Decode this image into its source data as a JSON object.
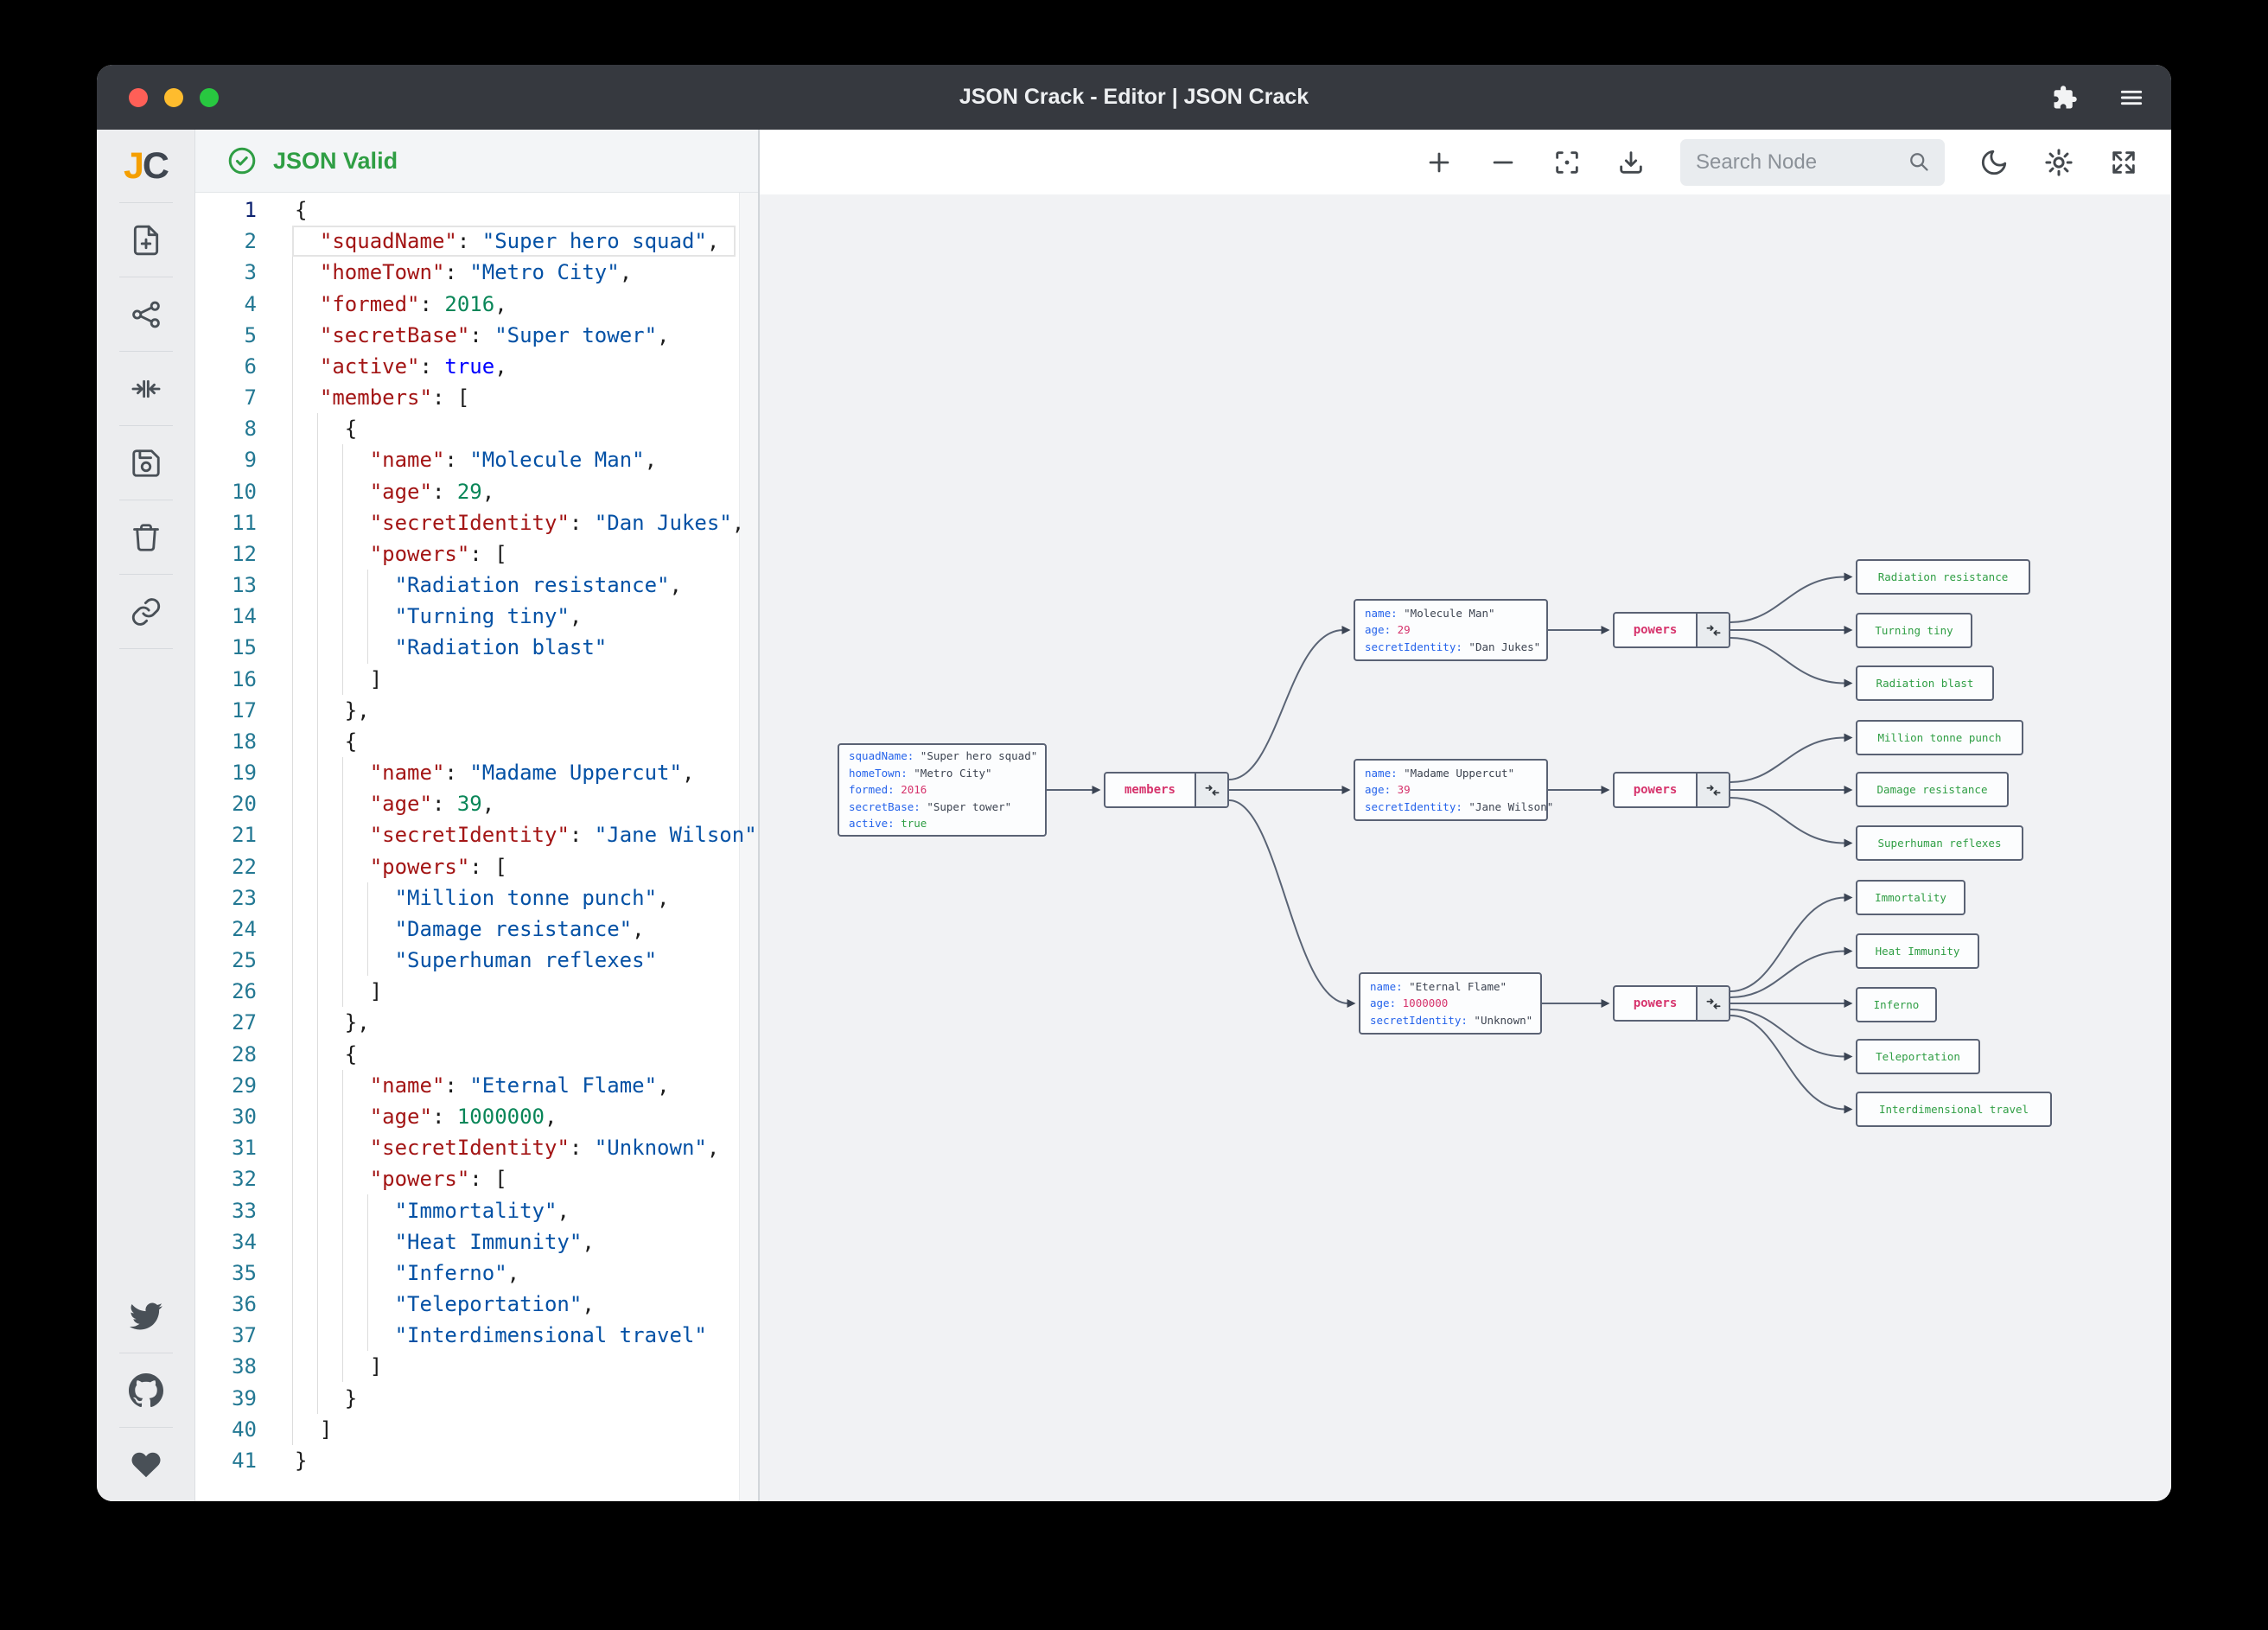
{
  "window": {
    "title": "JSON Crack - Editor | JSON Crack"
  },
  "sidebar": {
    "logo_j": "J",
    "logo_c": "C"
  },
  "status_bar": {
    "valid_label": "JSON Valid"
  },
  "toolbar": {
    "search_placeholder": "Search Node"
  },
  "colors": {
    "valid_green": "#2f9e44",
    "node_key_blue": "#2563eb",
    "node_number_pink": "#d6336c",
    "node_leaf_green": "#2f9e44",
    "editor_key": "#a31515",
    "editor_string": "#0451a5",
    "editor_number": "#098658",
    "traffic_red": "#ff5f57",
    "traffic_yellow": "#febc2e",
    "traffic_green": "#28c840"
  },
  "editor": {
    "lines": [
      {
        "n": 1,
        "t": [
          [
            "{",
            "p"
          ]
        ]
      },
      {
        "n": 2,
        "t": [
          [
            "  ",
            "p"
          ],
          [
            "\"squadName\"",
            "k"
          ],
          [
            ": ",
            "p"
          ],
          [
            "\"Super hero squad\"",
            "s"
          ],
          [
            ",",
            "p"
          ]
        ]
      },
      {
        "n": 3,
        "t": [
          [
            "  ",
            "p"
          ],
          [
            "\"homeTown\"",
            "k"
          ],
          [
            ": ",
            "p"
          ],
          [
            "\"Metro City\"",
            "s"
          ],
          [
            ",",
            "p"
          ]
        ]
      },
      {
        "n": 4,
        "t": [
          [
            "  ",
            "p"
          ],
          [
            "\"formed\"",
            "k"
          ],
          [
            ": ",
            "p"
          ],
          [
            "2016",
            "n"
          ],
          [
            ",",
            "p"
          ]
        ]
      },
      {
        "n": 5,
        "t": [
          [
            "  ",
            "p"
          ],
          [
            "\"secretBase\"",
            "k"
          ],
          [
            ": ",
            "p"
          ],
          [
            "\"Super tower\"",
            "s"
          ],
          [
            ",",
            "p"
          ]
        ]
      },
      {
        "n": 6,
        "t": [
          [
            "  ",
            "p"
          ],
          [
            "\"active\"",
            "k"
          ],
          [
            ": ",
            "p"
          ],
          [
            "true",
            "b"
          ],
          [
            ",",
            "p"
          ]
        ]
      },
      {
        "n": 7,
        "t": [
          [
            "  ",
            "p"
          ],
          [
            "\"members\"",
            "k"
          ],
          [
            ": [",
            "p"
          ]
        ]
      },
      {
        "n": 8,
        "t": [
          [
            "    {",
            "p"
          ]
        ]
      },
      {
        "n": 9,
        "t": [
          [
            "      ",
            "p"
          ],
          [
            "\"name\"",
            "k"
          ],
          [
            ": ",
            "p"
          ],
          [
            "\"Molecule Man\"",
            "s"
          ],
          [
            ",",
            "p"
          ]
        ]
      },
      {
        "n": 10,
        "t": [
          [
            "      ",
            "p"
          ],
          [
            "\"age\"",
            "k"
          ],
          [
            ": ",
            "p"
          ],
          [
            "29",
            "n"
          ],
          [
            ",",
            "p"
          ]
        ]
      },
      {
        "n": 11,
        "t": [
          [
            "      ",
            "p"
          ],
          [
            "\"secretIdentity\"",
            "k"
          ],
          [
            ": ",
            "p"
          ],
          [
            "\"Dan Jukes\"",
            "s"
          ],
          [
            ",",
            "p"
          ]
        ]
      },
      {
        "n": 12,
        "t": [
          [
            "      ",
            "p"
          ],
          [
            "\"powers\"",
            "k"
          ],
          [
            ": [",
            "p"
          ]
        ]
      },
      {
        "n": 13,
        "t": [
          [
            "        ",
            "p"
          ],
          [
            "\"Radiation resistance\"",
            "s"
          ],
          [
            ",",
            "p"
          ]
        ]
      },
      {
        "n": 14,
        "t": [
          [
            "        ",
            "p"
          ],
          [
            "\"Turning tiny\"",
            "s"
          ],
          [
            ",",
            "p"
          ]
        ]
      },
      {
        "n": 15,
        "t": [
          [
            "        ",
            "p"
          ],
          [
            "\"Radiation blast\"",
            "s"
          ]
        ]
      },
      {
        "n": 16,
        "t": [
          [
            "      ]",
            "p"
          ]
        ]
      },
      {
        "n": 17,
        "t": [
          [
            "    },",
            "p"
          ]
        ]
      },
      {
        "n": 18,
        "t": [
          [
            "    {",
            "p"
          ]
        ]
      },
      {
        "n": 19,
        "t": [
          [
            "      ",
            "p"
          ],
          [
            "\"name\"",
            "k"
          ],
          [
            ": ",
            "p"
          ],
          [
            "\"Madame Uppercut\"",
            "s"
          ],
          [
            ",",
            "p"
          ]
        ]
      },
      {
        "n": 20,
        "t": [
          [
            "      ",
            "p"
          ],
          [
            "\"age\"",
            "k"
          ],
          [
            ": ",
            "p"
          ],
          [
            "39",
            "n"
          ],
          [
            ",",
            "p"
          ]
        ]
      },
      {
        "n": 21,
        "t": [
          [
            "      ",
            "p"
          ],
          [
            "\"secretIdentity\"",
            "k"
          ],
          [
            ": ",
            "p"
          ],
          [
            "\"Jane Wilson\"",
            "s"
          ],
          [
            ",",
            "p"
          ]
        ]
      },
      {
        "n": 22,
        "t": [
          [
            "      ",
            "p"
          ],
          [
            "\"powers\"",
            "k"
          ],
          [
            ": [",
            "p"
          ]
        ]
      },
      {
        "n": 23,
        "t": [
          [
            "        ",
            "p"
          ],
          [
            "\"Million tonne punch\"",
            "s"
          ],
          [
            ",",
            "p"
          ]
        ]
      },
      {
        "n": 24,
        "t": [
          [
            "        ",
            "p"
          ],
          [
            "\"Damage resistance\"",
            "s"
          ],
          [
            ",",
            "p"
          ]
        ]
      },
      {
        "n": 25,
        "t": [
          [
            "        ",
            "p"
          ],
          [
            "\"Superhuman reflexes\"",
            "s"
          ]
        ]
      },
      {
        "n": 26,
        "t": [
          [
            "      ]",
            "p"
          ]
        ]
      },
      {
        "n": 27,
        "t": [
          [
            "    },",
            "p"
          ]
        ]
      },
      {
        "n": 28,
        "t": [
          [
            "    {",
            "p"
          ]
        ]
      },
      {
        "n": 29,
        "t": [
          [
            "      ",
            "p"
          ],
          [
            "\"name\"",
            "k"
          ],
          [
            ": ",
            "p"
          ],
          [
            "\"Eternal Flame\"",
            "s"
          ],
          [
            ",",
            "p"
          ]
        ]
      },
      {
        "n": 30,
        "t": [
          [
            "      ",
            "p"
          ],
          [
            "\"age\"",
            "k"
          ],
          [
            ": ",
            "p"
          ],
          [
            "1000000",
            "n"
          ],
          [
            ",",
            "p"
          ]
        ]
      },
      {
        "n": 31,
        "t": [
          [
            "      ",
            "p"
          ],
          [
            "\"secretIdentity\"",
            "k"
          ],
          [
            ": ",
            "p"
          ],
          [
            "\"Unknown\"",
            "s"
          ],
          [
            ",",
            "p"
          ]
        ]
      },
      {
        "n": 32,
        "t": [
          [
            "      ",
            "p"
          ],
          [
            "\"powers\"",
            "k"
          ],
          [
            ": [",
            "p"
          ]
        ]
      },
      {
        "n": 33,
        "t": [
          [
            "        ",
            "p"
          ],
          [
            "\"Immortality\"",
            "s"
          ],
          [
            ",",
            "p"
          ]
        ]
      },
      {
        "n": 34,
        "t": [
          [
            "        ",
            "p"
          ],
          [
            "\"Heat Immunity\"",
            "s"
          ],
          [
            ",",
            "p"
          ]
        ]
      },
      {
        "n": 35,
        "t": [
          [
            "        ",
            "p"
          ],
          [
            "\"Inferno\"",
            "s"
          ],
          [
            ",",
            "p"
          ]
        ]
      },
      {
        "n": 36,
        "t": [
          [
            "        ",
            "p"
          ],
          [
            "\"Teleportation\"",
            "s"
          ],
          [
            ",",
            "p"
          ]
        ]
      },
      {
        "n": 37,
        "t": [
          [
            "        ",
            "p"
          ],
          [
            "\"Interdimensional travel\"",
            "s"
          ]
        ]
      },
      {
        "n": 38,
        "t": [
          [
            "      ]",
            "p"
          ]
        ]
      },
      {
        "n": 39,
        "t": [
          [
            "    }",
            "p"
          ]
        ]
      },
      {
        "n": 40,
        "t": [
          [
            "  ]",
            "p"
          ]
        ]
      },
      {
        "n": 41,
        "t": [
          [
            "}",
            "p"
          ]
        ]
      }
    ]
  },
  "graph": {
    "root": {
      "entries": [
        [
          "squadName",
          "\"Super hero squad\"",
          "string"
        ],
        [
          "homeTown",
          "\"Metro City\"",
          "string"
        ],
        [
          "formed",
          "2016",
          "number"
        ],
        [
          "secretBase",
          "\"Super tower\"",
          "string"
        ],
        [
          "active",
          "true",
          "boolean"
        ]
      ]
    },
    "members_label": "members",
    "powers_label": "powers",
    "members": [
      {
        "entries": [
          [
            "name",
            "\"Molecule Man\"",
            "string"
          ],
          [
            "age",
            "29",
            "number"
          ],
          [
            "secretIdentity",
            "\"Dan Jukes\"",
            "string"
          ]
        ],
        "powers": [
          "Radiation resistance",
          "Turning tiny",
          "Radiation blast"
        ]
      },
      {
        "entries": [
          [
            "name",
            "\"Madame Uppercut\"",
            "string"
          ],
          [
            "age",
            "39",
            "number"
          ],
          [
            "secretIdentity",
            "\"Jane Wilson\"",
            "string"
          ]
        ],
        "powers": [
          "Million tonne punch",
          "Damage resistance",
          "Superhuman reflexes"
        ]
      },
      {
        "entries": [
          [
            "name",
            "\"Eternal Flame\"",
            "string"
          ],
          [
            "age",
            "1000000",
            "number"
          ],
          [
            "secretIdentity",
            "\"Unknown\"",
            "string"
          ]
        ],
        "powers": [
          "Immortality",
          "Heat Immunity",
          "Inferno",
          "Teleportation",
          "Interdimensional travel"
        ]
      }
    ]
  }
}
